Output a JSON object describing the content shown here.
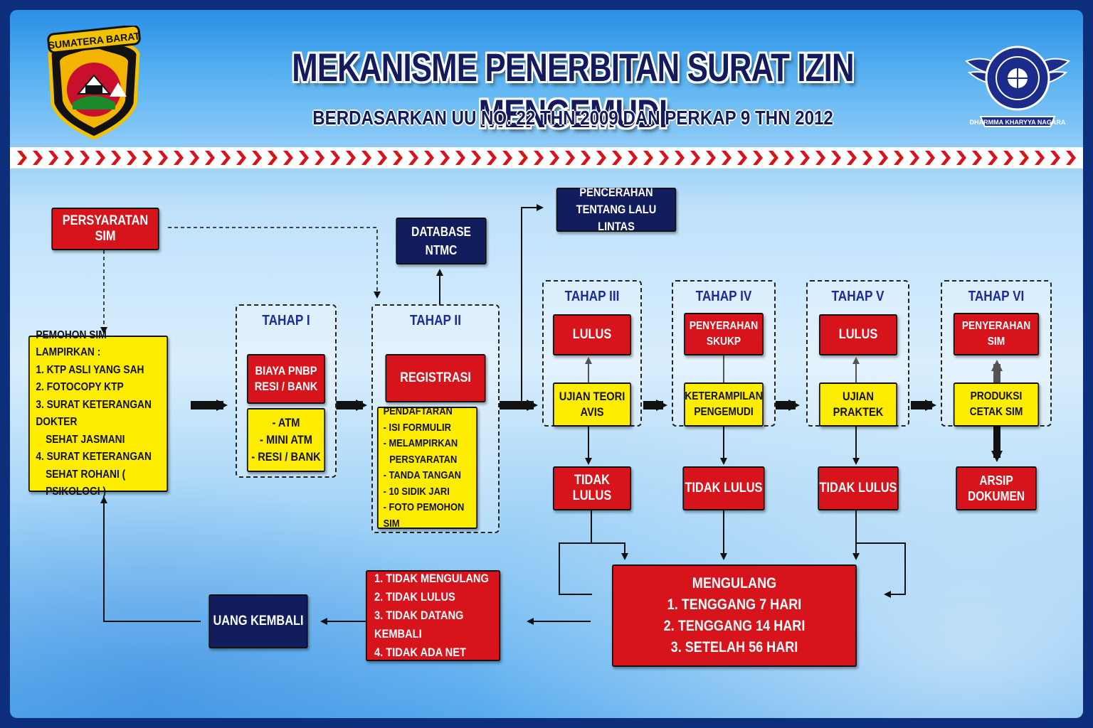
{
  "header": {
    "title": "MEKANISME PENERBITAN SURAT IZIN MENGEMUDI",
    "subtitle": "BERDASARKAN UU NO. 22 THN 2009 DAN PERKAP 9 THN 2012",
    "left_emblem_text": "SUMATERA BARAT",
    "right_emblem_text": "DHARMMA KHARYYA NAGARA"
  },
  "colors": {
    "red": "#d7141c",
    "yellow": "#ffed00",
    "navy": "#121d5e",
    "tahap_label": "#1a2c9a"
  },
  "nodes": {
    "persyaratan": "PERSYARATAN SIM",
    "pemohon": {
      "lines": [
        "PEMOHON SIM",
        "LAMPIRKAN :",
        "1. KTP ASLI YANG SAH",
        "2. FOTOCOPY KTP",
        "3. SURAT KETERANGAN DOKTER",
        "    SEHAT JASMANI",
        "4. SURAT KETERANGAN",
        "    SEHAT ROHANI ( PSIKOLOGI )"
      ]
    },
    "tahap1": {
      "label": "TAHAP I",
      "biaya": [
        "BIAYA PNBP",
        "RESI / BANK"
      ],
      "opsi": [
        "- ATM",
        "- MINI ATM",
        "- RESI / BANK"
      ]
    },
    "database": [
      "DATABASE",
      "NTMC"
    ],
    "tahap2": {
      "label": "TAHAP II",
      "registrasi": "REGISTRASI",
      "pendaftaran": [
        "PENDAFTARAN",
        "- ISI FORMULIR",
        "- MELAMPIRKAN",
        "  PERSYARATAN",
        "- TANDA TANGAN",
        "- 10 SIDIK JARI",
        "- FOTO PEMOHON SIM"
      ]
    },
    "pencerahan": [
      "PENCERAHAN",
      "TENTANG LALU LINTAS"
    ],
    "tahap3": {
      "label": "TAHAP III",
      "lulus": "LULUS",
      "ujian": [
        "UJIAN TEORI",
        "AVIS"
      ],
      "tidak": "TIDAK LULUS"
    },
    "tahap4": {
      "label": "TAHAP IV",
      "serah": [
        "PENYERAHAN",
        "SKUKP"
      ],
      "ujian": [
        "KETERAMPILAN",
        "PENGEMUDI"
      ],
      "tidak": "TIDAK LULUS"
    },
    "tahap5": {
      "label": "TAHAP V",
      "lulus": "LULUS",
      "ujian": [
        "UJIAN",
        "PRAKTEK"
      ],
      "tidak": "TIDAK LULUS"
    },
    "tahap6": {
      "label": "TAHAP VI",
      "serah": [
        "PENYERAHAN",
        "SIM"
      ],
      "produksi": [
        "PRODUKSI",
        "CETAK SIM"
      ],
      "arsip": [
        "ARSIP",
        "DOKUMEN"
      ]
    },
    "mengulang": {
      "title": "MENGULANG",
      "items": [
        "1. TENGGANG 7 HARI",
        "2. TENGGANG 14 HARI",
        "3. SETELAH 56 HARI"
      ]
    },
    "gagal": [
      "1. TIDAK MENGULANG",
      "2. TIDAK LULUS",
      "3. TIDAK DATANG KEMBALI",
      "4. TIDAK ADA NET"
    ],
    "uang": "UANG KEMBALI"
  }
}
